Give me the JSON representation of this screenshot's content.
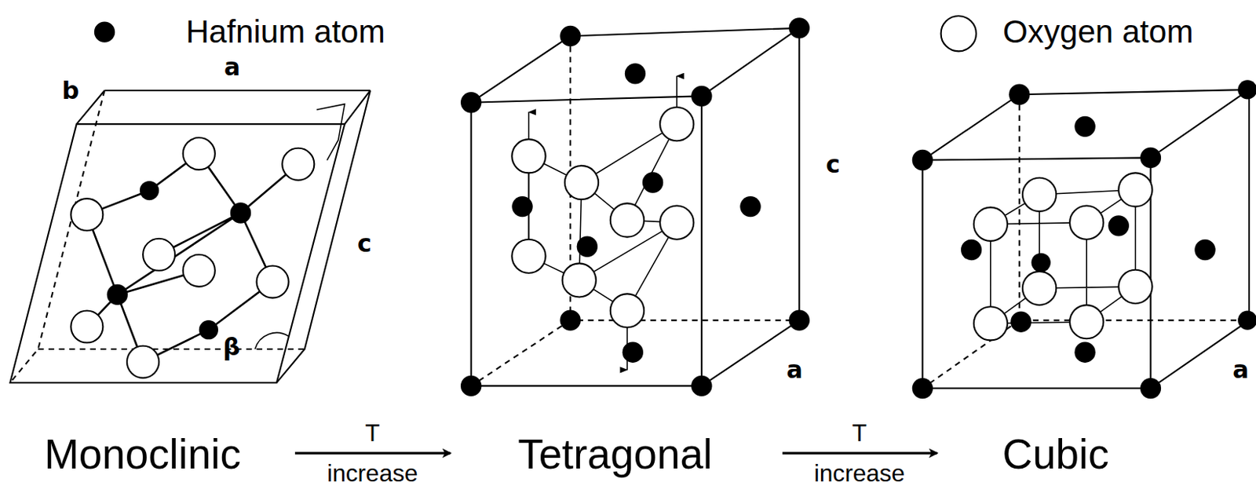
{
  "diagram": {
    "labels": [
      "a",
      "b",
      "c",
      "β",
      "c",
      "a",
      "a",
      "Monoclinic",
      "T",
      "increase",
      "Tetragonal",
      "T",
      "increase",
      "Cubic"
    ],
    "legend": [
      {
        "text": "Hafnium atom"
      },
      {
        "text": "Oxygen atom"
      }
    ]
  }
}
